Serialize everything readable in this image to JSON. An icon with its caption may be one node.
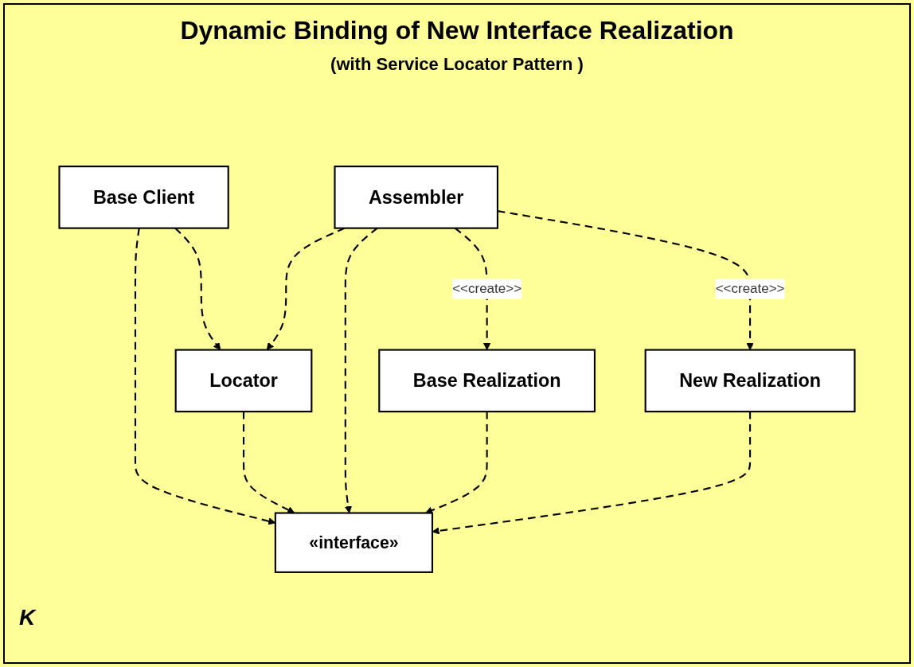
{
  "diagram": {
    "title": "Dynamic Binding of New Interface Realization",
    "nodes": [
      {
        "text": [
          "Base Client"
        ]
      },
      {
        "text": [
          "Locator"
        ]
      },
      {
        "text": [
          "Assembler"
        ]
      },
      {
        "text": [
          "Base Realization"
        ]
      },
      {
        "text": [
          "«interface»"
        ]
      },
      {
        "text": [
          "New Realization"
        ]
      }
    ],
    "edges": [
      {
        "from": 0,
        "to": 1,
        "arrow": "to",
        "style": "dashed"
      },
      {
        "from": 0,
        "to": 4,
        "arrow": "to",
        "style": "dashed"
      },
      {
        "from": 1,
        "to": 4,
        "arrow": "to",
        "style": "dashed"
      },
      {
        "from": 2,
        "to": 1,
        "arrow": "to",
        "style": "dashed"
      },
      {
        "from": 2,
        "to": 4,
        "arrow": "to",
        "style": "dashed"
      },
      {
        "from": 2,
        "to": 3,
        "arrow": "to",
        "style": "dashed",
        "label": "<<create>>"
      },
      {
        "from": 2,
        "to": 5,
        "arrow": "to",
        "style": "dashed",
        "label": "<<create>>"
      },
      {
        "from": 3,
        "to": 4,
        "arrow": "to",
        "style": "dashed"
      },
      {
        "from": 5,
        "to": 4,
        "arrow": "to",
        "style": "dashed"
      }
    ],
    "labels": [
      "(with Service Locator Pattern )",
      "K"
    ]
  }
}
